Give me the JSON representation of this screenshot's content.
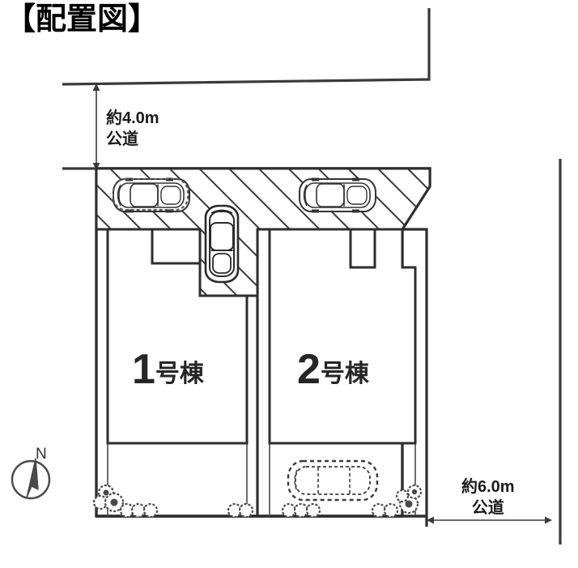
{
  "title": "【配置図】",
  "diagram": {
    "type": "site-plan",
    "roads": [
      {
        "id": "north-road",
        "label_line1": "約4.0m",
        "label_line2": "公道",
        "width_m": 4.0,
        "position": "north",
        "dimension_orientation": "vertical"
      },
      {
        "id": "east-road",
        "label_line1": "約6.0m",
        "label_line2": "公道",
        "width_m": 6.0,
        "position": "east",
        "dimension_orientation": "horizontal"
      }
    ],
    "buildings": [
      {
        "id": "building-1",
        "number": "1",
        "suffix": "号棟"
      },
      {
        "id": "building-2",
        "number": "2",
        "suffix": "号棟"
      }
    ],
    "compass": {
      "label": "N",
      "direction": "north-up"
    },
    "parking": {
      "cars_solid": 3,
      "cars_dashed": 2,
      "note_hatch": "diagonal-hatch-parking-apron"
    },
    "colors": {
      "line": "#333333",
      "line_dark": "#1a1a1a",
      "text": "#111111",
      "background": "#ffffff"
    }
  }
}
